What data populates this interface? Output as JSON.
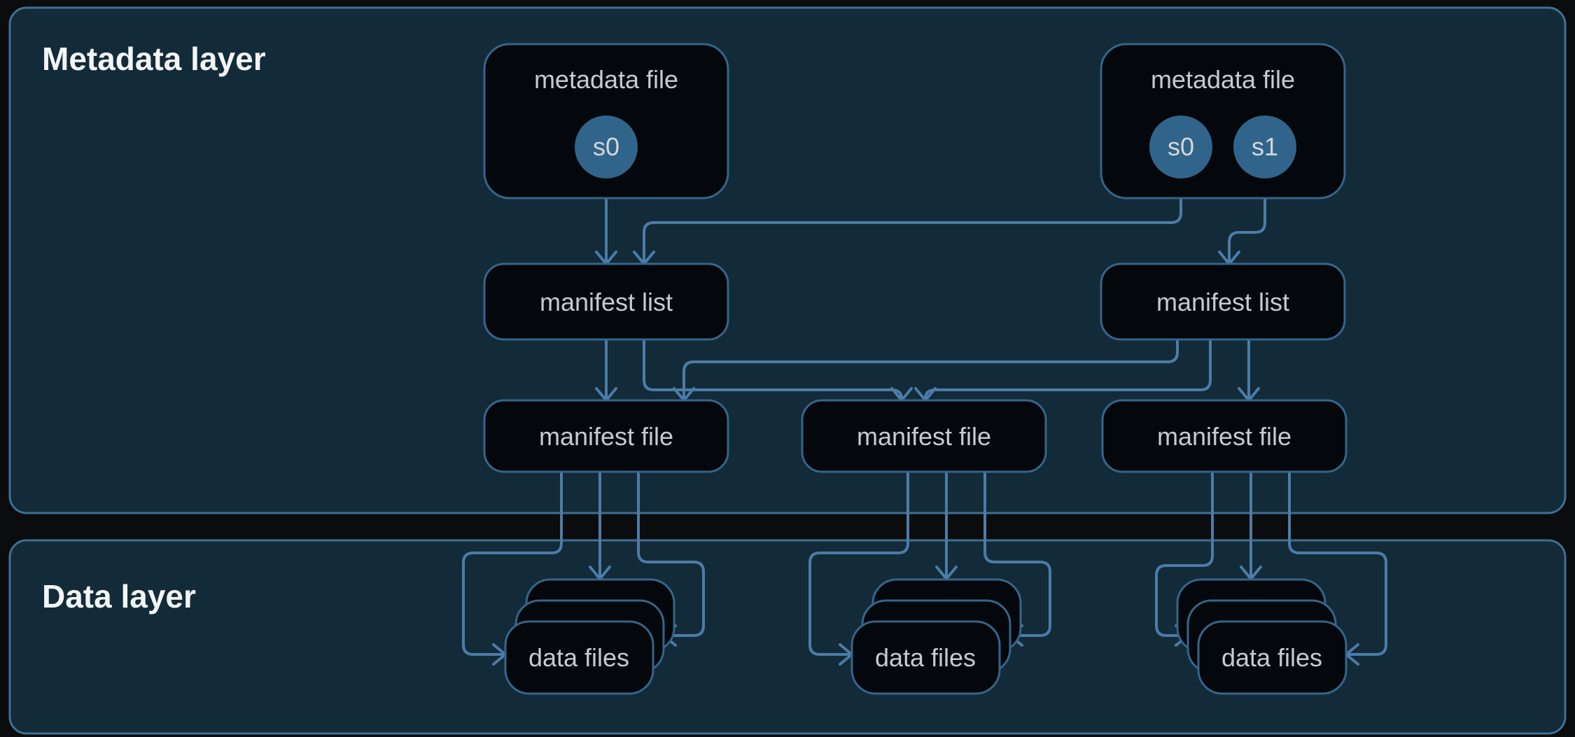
{
  "diagram": {
    "type": "architecture-diagram",
    "layers": {
      "metadata": {
        "title": "Metadata layer"
      },
      "data": {
        "title": "Data layer"
      }
    },
    "nodes": {
      "metadata_files": [
        {
          "label": "metadata file",
          "snapshots": [
            "s0"
          ]
        },
        {
          "label": "metadata file",
          "snapshots": [
            "s0",
            "s1"
          ]
        }
      ],
      "manifest_lists": [
        {
          "label": "manifest list"
        },
        {
          "label": "manifest list"
        }
      ],
      "manifest_files": [
        {
          "label": "manifest file"
        },
        {
          "label": "manifest file"
        },
        {
          "label": "manifest file"
        }
      ],
      "data_file_stacks": [
        {
          "label": "data files"
        },
        {
          "label": "data files"
        },
        {
          "label": "data files"
        }
      ]
    },
    "edges": [
      "metadata-file-1.s0 -> manifest-list-1",
      "metadata-file-2.s0 -> manifest-list-1",
      "metadata-file-2.s1 -> manifest-list-2",
      "manifest-list-1 -> manifest-file-1",
      "manifest-list-1 -> manifest-file-2",
      "manifest-list-2 -> manifest-file-1",
      "manifest-list-2 -> manifest-file-2",
      "manifest-list-2 -> manifest-file-3",
      "manifest-file-1 -> data-files-1",
      "manifest-file-2 -> data-files-2",
      "manifest-file-3 -> data-files-3"
    ],
    "colors": {
      "page_background": "#0b0c0d",
      "container_fill": "#132a39",
      "container_border": "#3e7095",
      "node_fill": "#04070b",
      "node_border": "#35658a",
      "connector_line": "#4c7ca7",
      "snapshot_circle": "#31648a",
      "title_text": "#f2f4f6",
      "label_text": "#c6cbd0"
    }
  }
}
